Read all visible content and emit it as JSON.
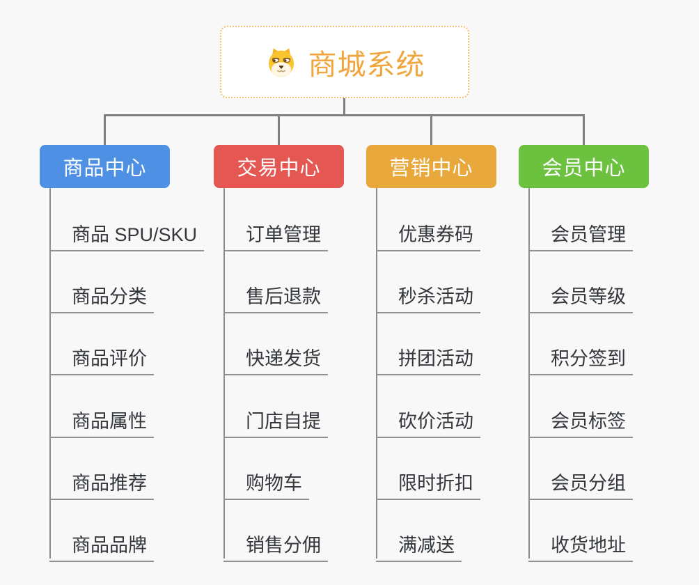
{
  "canvas": {
    "background": "#f8f8f8",
    "connector_color": "#7f7f7f"
  },
  "root": {
    "title": "商城系统",
    "icon": "shiba-dog-icon",
    "title_color": "#F0A63C",
    "border_color": "#F5C06E"
  },
  "branches": [
    {
      "label": "商品中心",
      "color": "#4D90E4",
      "children": [
        "商品 SPU/SKU",
        "商品分类",
        "商品评价",
        "商品属性",
        "商品推荐",
        "商品品牌"
      ]
    },
    {
      "label": "交易中心",
      "color": "#E45752",
      "children": [
        "订单管理",
        "售后退款",
        "快递发货",
        "门店自提",
        "购物车",
        "销售分佣"
      ]
    },
    {
      "label": "营销中心",
      "color": "#E9A83C",
      "children": [
        "优惠券码",
        "秒杀活动",
        "拼团活动",
        "砍价活动",
        "限时折扣",
        "满减送"
      ]
    },
    {
      "label": "会员中心",
      "color": "#6CC13F",
      "children": [
        "会员管理",
        "会员等级",
        "积分签到",
        "会员标签",
        "会员分组",
        "收货地址"
      ]
    }
  ]
}
